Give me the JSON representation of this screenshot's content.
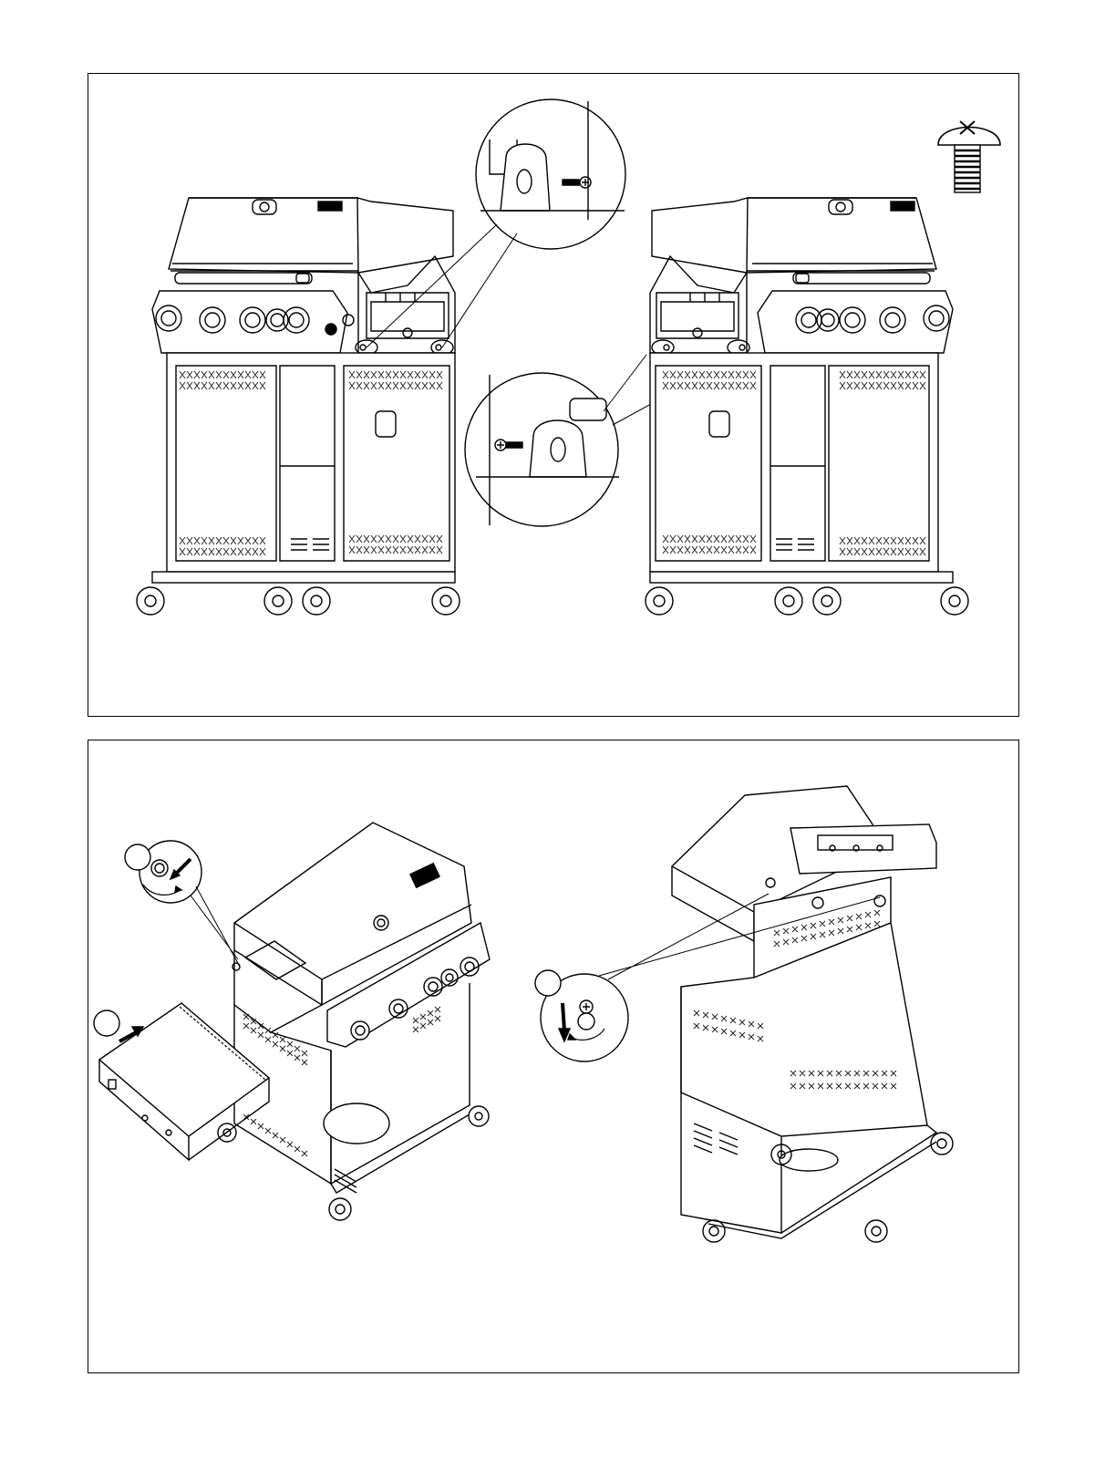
{
  "document": {
    "panels": [
      {
        "name": "top-panel",
        "figures": [
          "grill-front-left-side-screws",
          "screw-detail-upper",
          "screw-detail-lower",
          "grill-front-right-side-screws",
          "screw-part-icon"
        ]
      },
      {
        "name": "bottom-panel",
        "figures": [
          "grill-iso-side-shelf-attach",
          "knob-detail",
          "side-shelf",
          "grill-rear-view",
          "screw-tighten-detail"
        ]
      }
    ],
    "step_markers": [
      "",
      "",
      ""
    ],
    "icons": [
      "screw-icon",
      "arrow-icon",
      "rotate-arrow-icon"
    ],
    "colors": {
      "line": "#000000",
      "background": "#ffffff",
      "pattern": "#222222"
    }
  }
}
